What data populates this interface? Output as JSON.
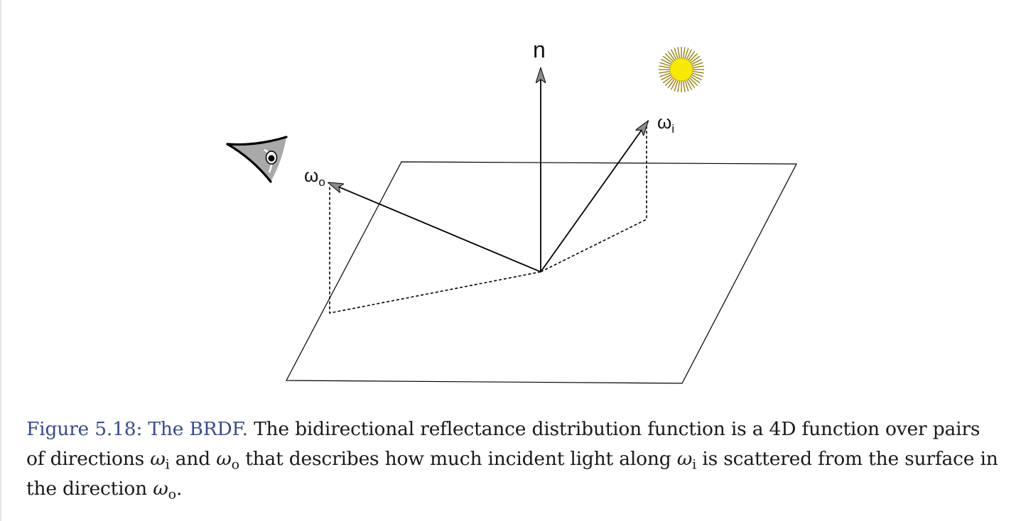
{
  "diagram": {
    "labels": {
      "normal": "n",
      "incident": "ω",
      "incident_sub": "i",
      "outgoing": "ω",
      "outgoing_sub": "o"
    },
    "icons": {
      "viewer": "eye-icon",
      "light_source": "sun-icon"
    },
    "colors": {
      "sun_fill": "#f7ea00",
      "sun_rays": "#8a7a00",
      "eye_fill": "#a9a9a9",
      "arrow_head": "#8c8c8c",
      "line": "#000000"
    }
  },
  "caption": {
    "figure_label": "Figure 5.18: The BRDF.",
    "segment_1": "The bidirectional reflectance distribution function is a 4D function over pairs of directions",
    "omega": "ω",
    "sub_i": "i",
    "sub_o": "o",
    "segment_and": "and",
    "segment_2": "that describes how much incident light along",
    "segment_3": "is scattered from the surface in the direction",
    "period": "."
  },
  "theme": {
    "caption_label_color": "#3a4a8f",
    "text_color": "#1a1a1a"
  }
}
